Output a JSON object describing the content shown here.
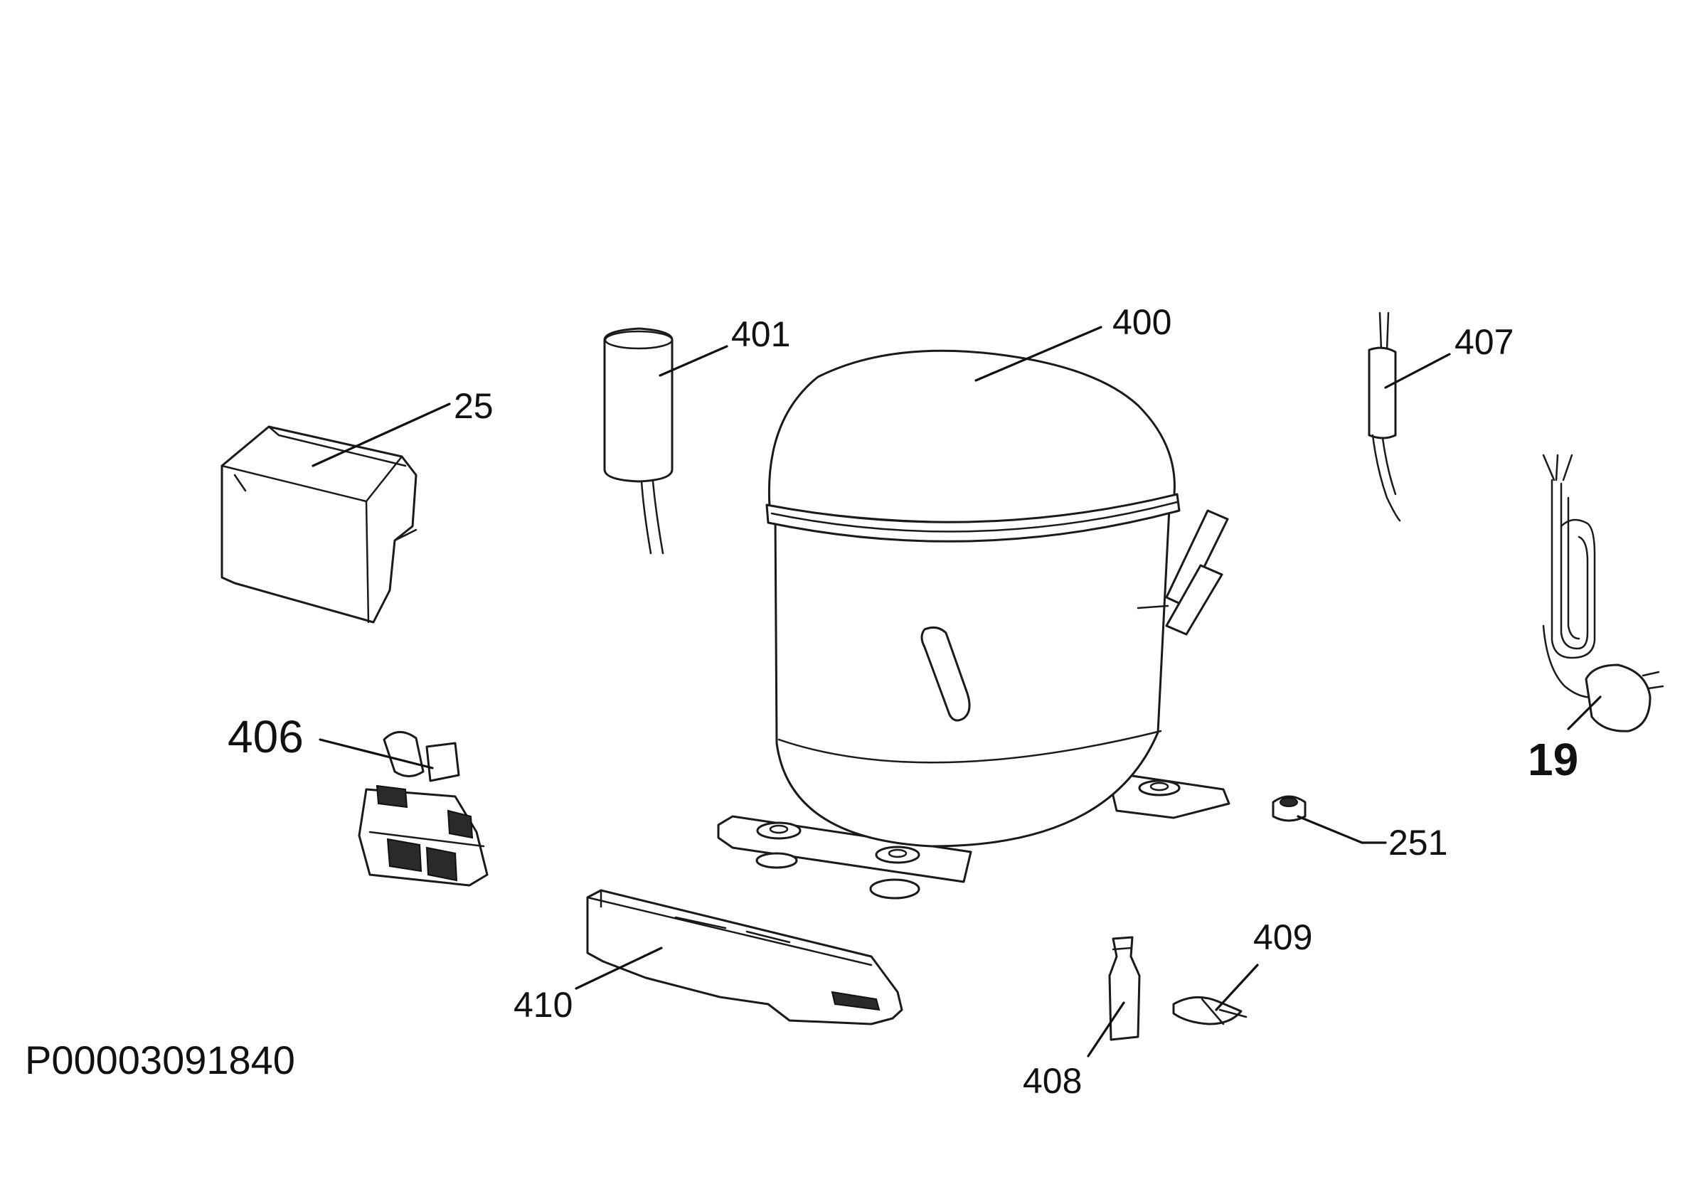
{
  "document_id": "P00003091840",
  "callouts": {
    "p25": "25",
    "p401": "401",
    "p400": "400",
    "p407": "407",
    "p19": "19",
    "p406": "406",
    "p251": "251",
    "p409": "409",
    "p410": "410",
    "p408": "408"
  }
}
